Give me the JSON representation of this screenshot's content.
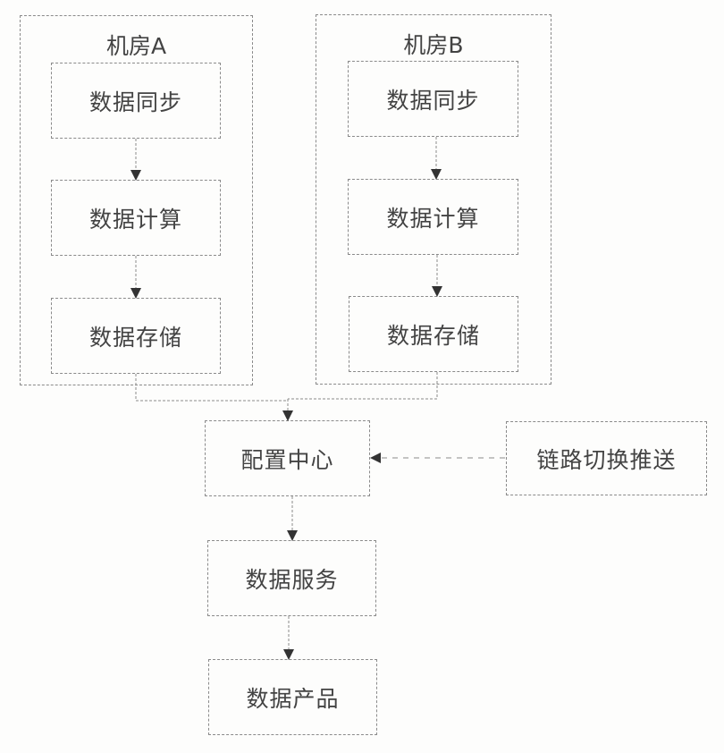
{
  "diagram": {
    "room_a": {
      "title": "机房A",
      "steps": [
        "数据同步",
        "数据计算",
        "数据存储"
      ]
    },
    "room_b": {
      "title": "机房B",
      "steps": [
        "数据同步",
        "数据计算",
        "数据存储"
      ]
    },
    "config_center": "配置中心",
    "link_switch_push": "链路切换推送",
    "data_service": "数据服务",
    "data_product": "数据产品"
  },
  "colors": {
    "line": "#8a8a8a",
    "arrow": "#333333",
    "text": "#434343"
  }
}
